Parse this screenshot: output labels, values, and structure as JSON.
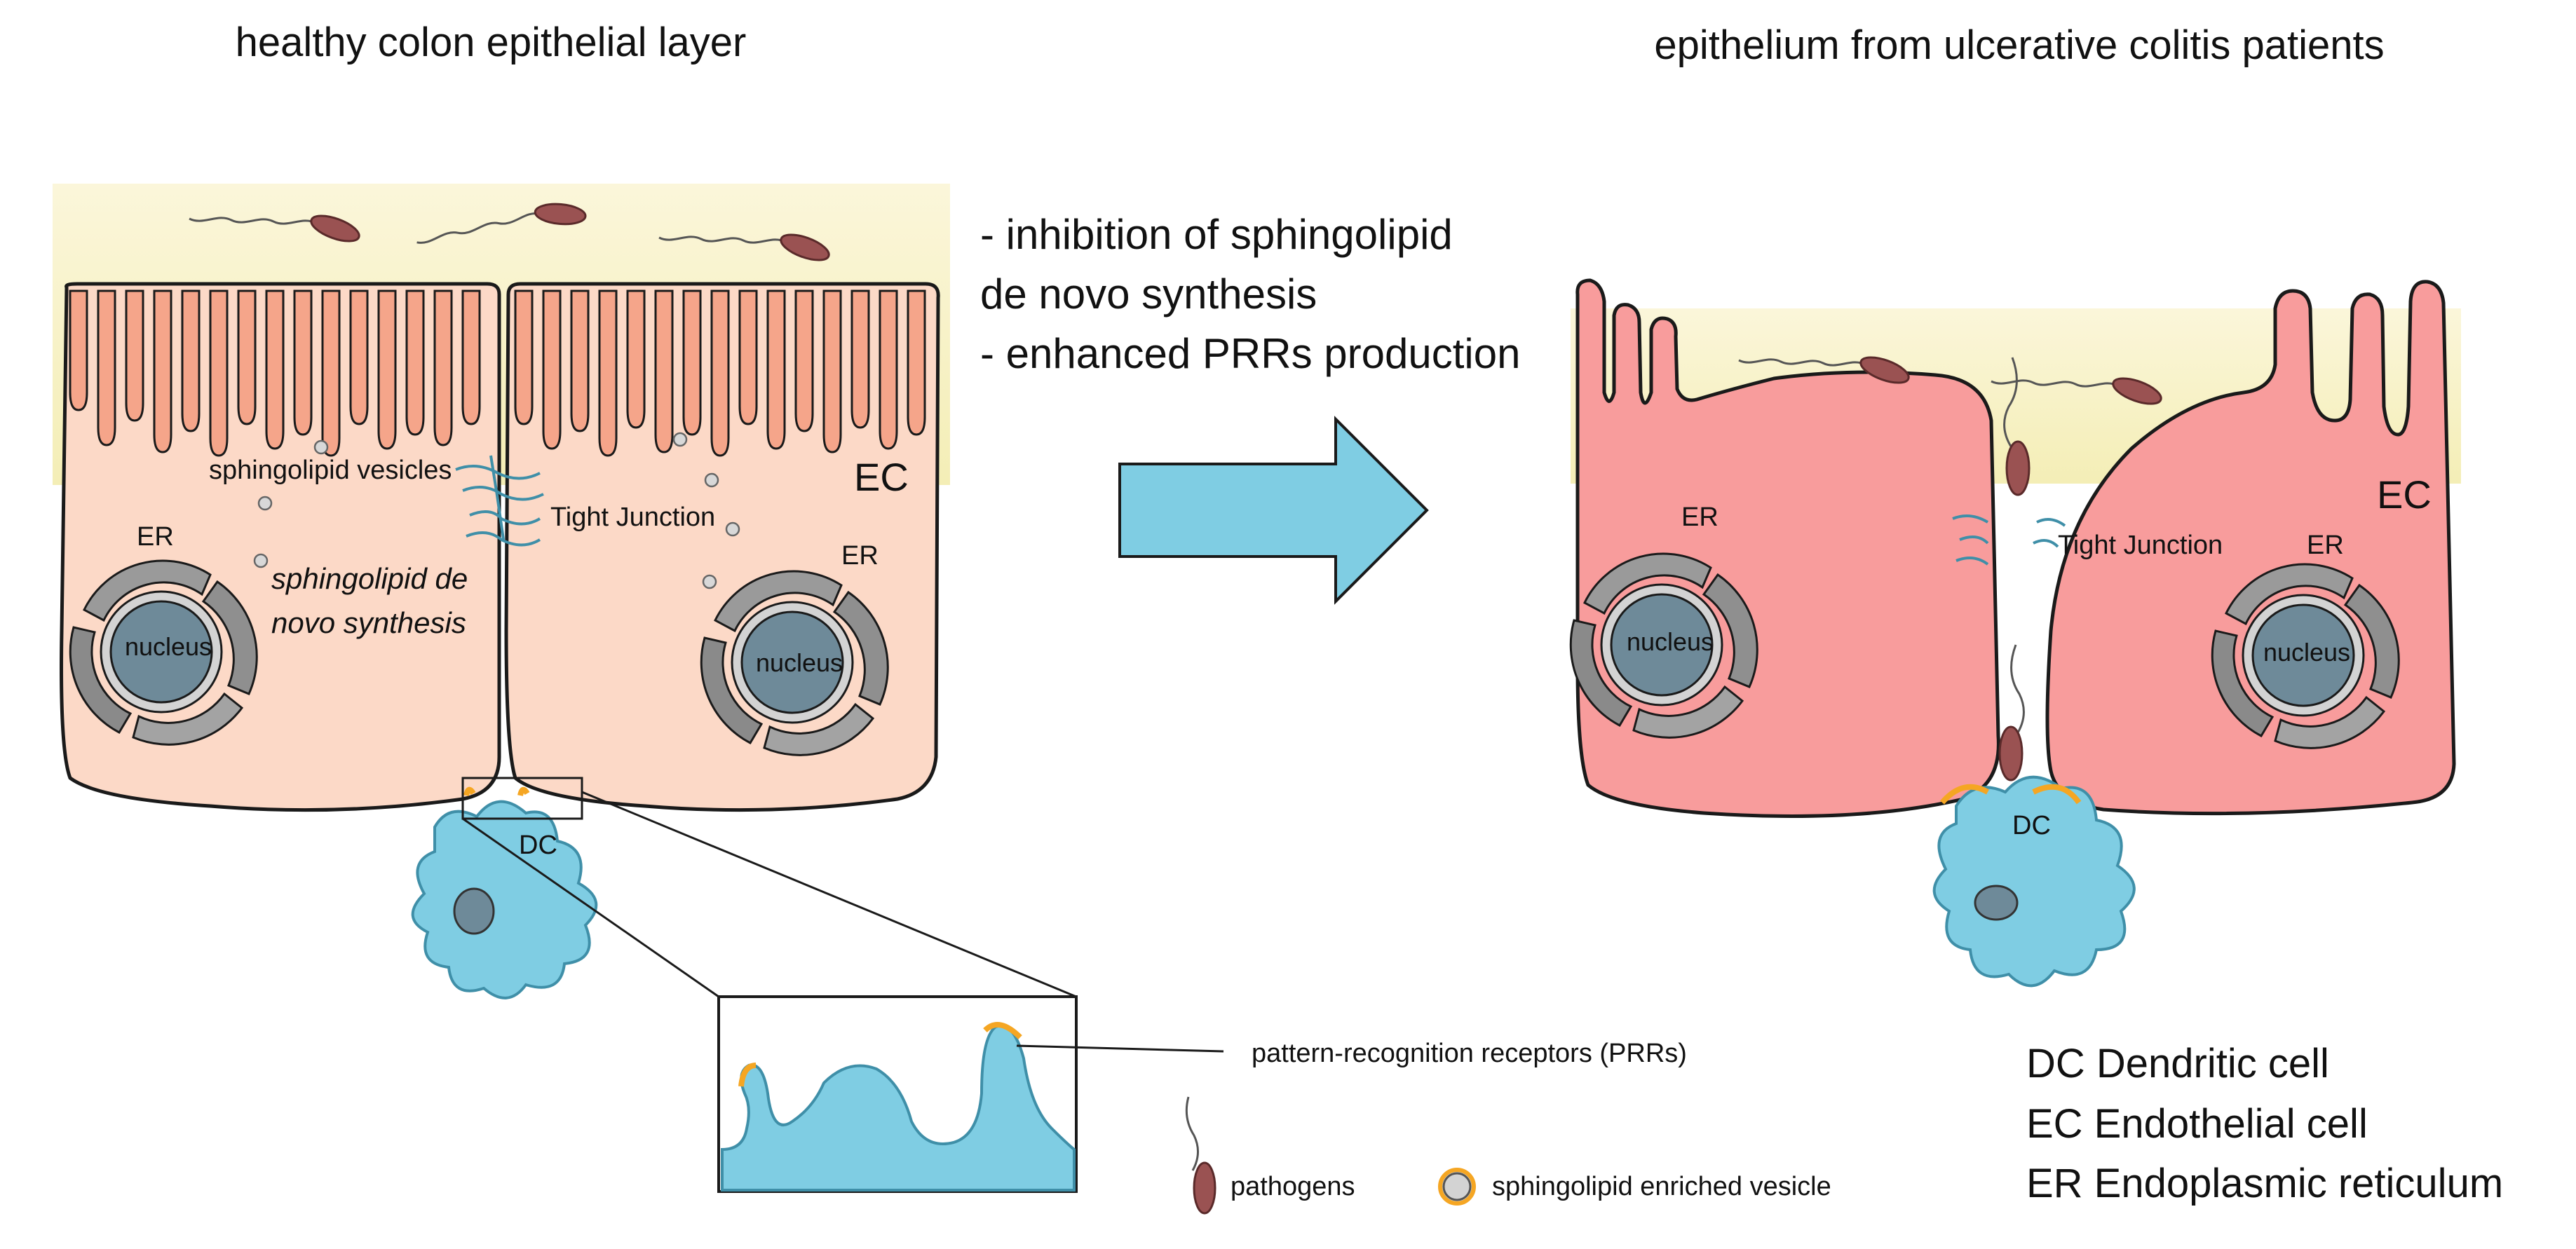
{
  "titles": {
    "healthy": "healthy colon epithelial layer",
    "colitis": "epithelium from ulcerative colitis patients"
  },
  "changes": [
    "- inhibition of sphingolipid",
    "de novo synthesis",
    "- enhanced PRRs production"
  ],
  "healthy_labels": {
    "vesicles": "sphingolipid vesicles",
    "tight_junction": "Tight Junction",
    "ec": "EC",
    "er_left": "ER",
    "er_right": "ER",
    "synthesis_line1": "sphingolipid de",
    "synthesis_line2": "novo synthesis",
    "nucleus_left": "nucleus",
    "nucleus_right": "nucleus",
    "dc": "DC"
  },
  "colitis_labels": {
    "er_left": "ER",
    "tight_junction": "Tight Junction",
    "er_right": "ER",
    "ec": "EC",
    "nucleus_left": "nucleus",
    "nucleus_right": "nucleus",
    "dc": "DC"
  },
  "zoom": {
    "prr_label": "pattern-recognition receptors (PRRs)"
  },
  "key": {
    "pathogens": "pathogens",
    "vesicle": "sphingolipid enriched vesicle"
  },
  "abbreviations": [
    "DC Dendritic cell",
    "EC Endothelial cell",
    "ER Endoplasmic reticulum"
  ],
  "colors": {
    "lumen": "#faf5d2",
    "healthy_cell": "#fcd9c7",
    "microvilli": "#f5a58a",
    "inflamed_cell": "#f89c9c",
    "dendritic_cell": "#7fcde3",
    "nucleus": "#6e8a99",
    "er": "#9a9a9a",
    "pathogen": "#9a5252",
    "prr": "#f5a623",
    "arrow": "#7fcde3",
    "outline": "#1a1a1a"
  }
}
